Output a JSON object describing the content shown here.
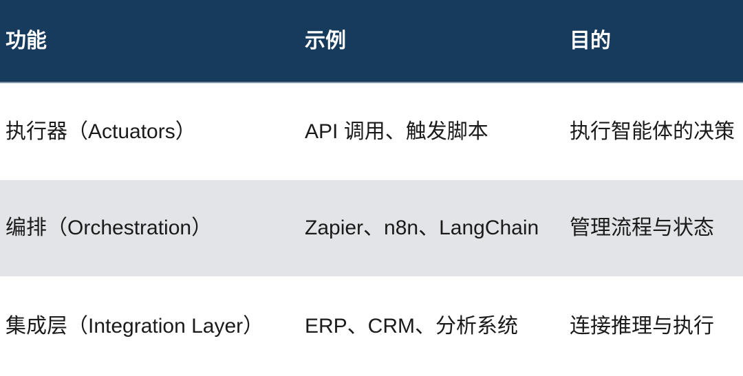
{
  "table": {
    "columns": [
      {
        "key": "function",
        "label": "功能"
      },
      {
        "key": "example",
        "label": "示例"
      },
      {
        "key": "purpose",
        "label": "目的"
      }
    ],
    "rows": [
      {
        "function": "执行器（Actuators）",
        "example": "API 调用、触发脚本",
        "purpose": "执行智能体的决策"
      },
      {
        "function": "编排（Orchestration）",
        "example": "Zapier、n8n、LangChain",
        "purpose": "管理流程与状态"
      },
      {
        "function": "集成层（Integration Layer）",
        "example": "ERP、CRM、分析系统",
        "purpose": "连接推理与执行"
      }
    ],
    "colors": {
      "header_bg": "#173b5c",
      "header_text": "#ffffff",
      "row_bg": "#ffffff",
      "row_alt_bg": "#e3e4e8",
      "body_text": "#1a1a1a"
    }
  }
}
